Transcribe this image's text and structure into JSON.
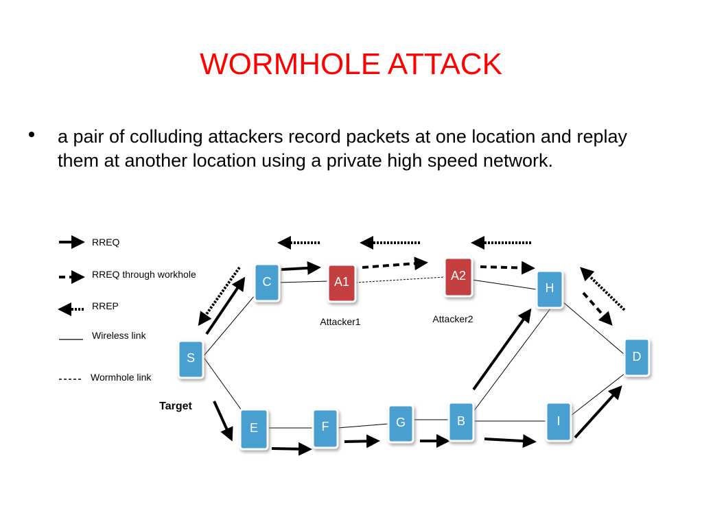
{
  "slide": {
    "title": "WORMHOLE ATTACK",
    "bullet": "a pair of colluding attackers record packets at one location and replay them at another location using a private high speed network."
  },
  "diagram": {
    "legend": {
      "rreq": "RREQ",
      "rreq_wormhole": "RREQ through workhole",
      "rrep": "RREP",
      "wireless": "Wireless link",
      "wormhole": "Wormhole link"
    },
    "nodes": {
      "S": "S",
      "C": "C",
      "A1": "A1",
      "A2": "A2",
      "H": "H",
      "D": "D",
      "E": "E",
      "F": "F",
      "G": "G",
      "B": "B",
      "I": "I"
    },
    "captions": {
      "attacker1": "Attacker1",
      "attacker2": "Attacker2",
      "target": "Target"
    },
    "colors": {
      "normal_node": "#4a9fcf",
      "attacker_node": "#c44040",
      "title": "#ff0000"
    }
  }
}
